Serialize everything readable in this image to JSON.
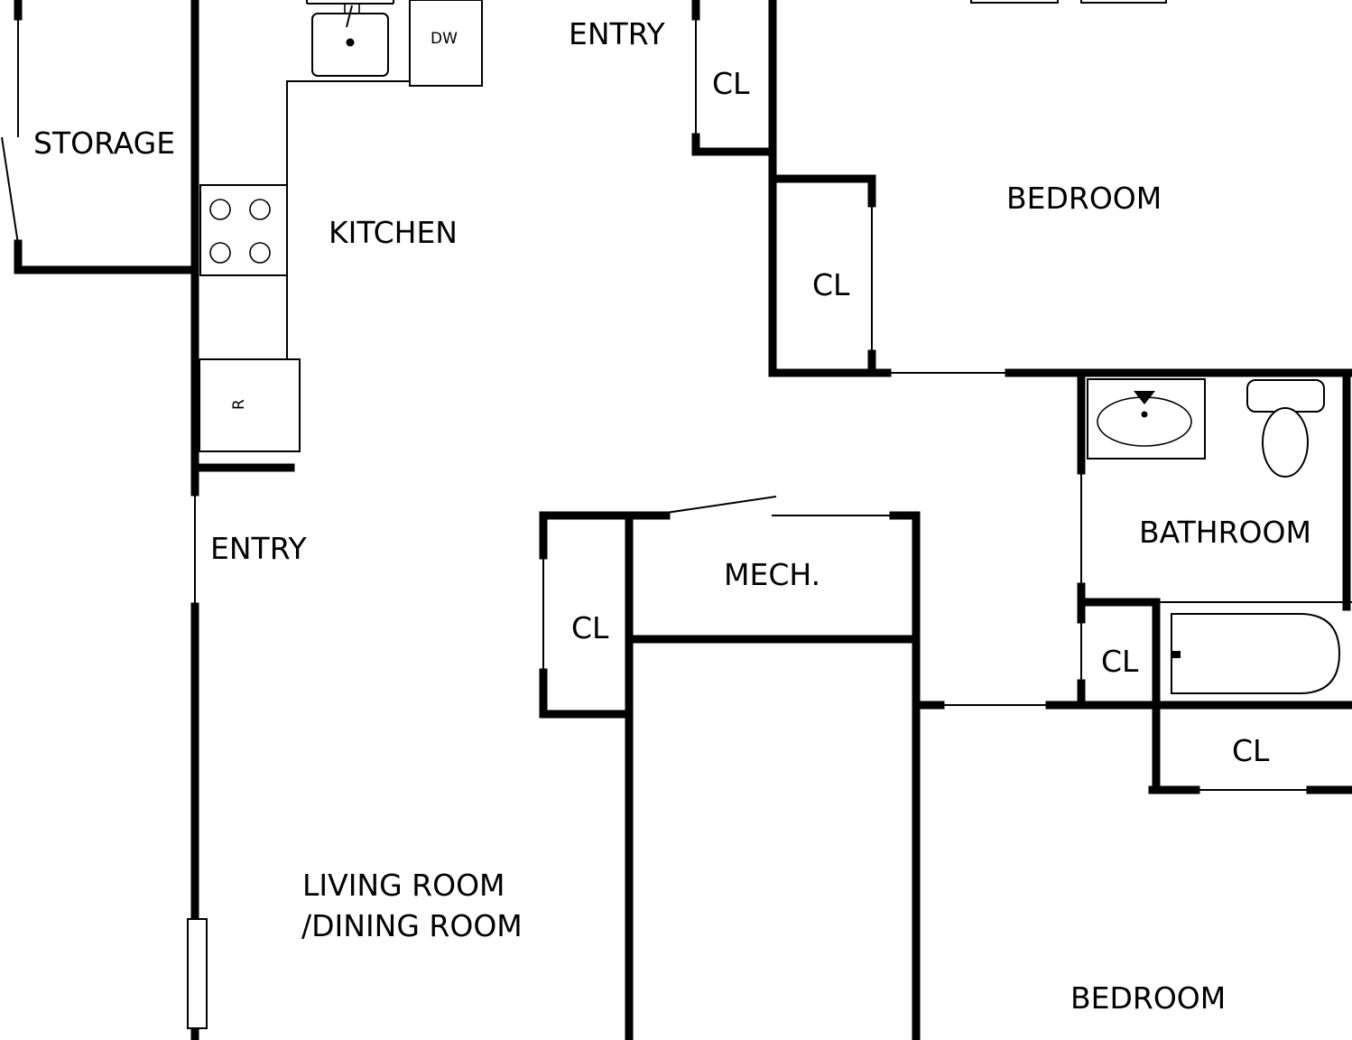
{
  "floorplan": {
    "rooms": {
      "storage": "STORAGE",
      "kitchen": "KITCHEN",
      "entry_top": "ENTRY",
      "entry_left": "ENTRY",
      "bedroom_top": "BEDROOM",
      "bedroom_bottom": "BEDROOM",
      "bathroom": "BATHROOM",
      "mech": "MECH.",
      "living_line1": "LIVING ROOM",
      "living_line2": "/DINING ROOM",
      "closet_entry": "CL",
      "closet_bedroom": "CL",
      "closet_living": "CL",
      "closet_bath": "CL",
      "closet_bottom_right": "CL"
    },
    "appliances": {
      "dishwasher": "DW",
      "refrigerator": "R"
    }
  }
}
